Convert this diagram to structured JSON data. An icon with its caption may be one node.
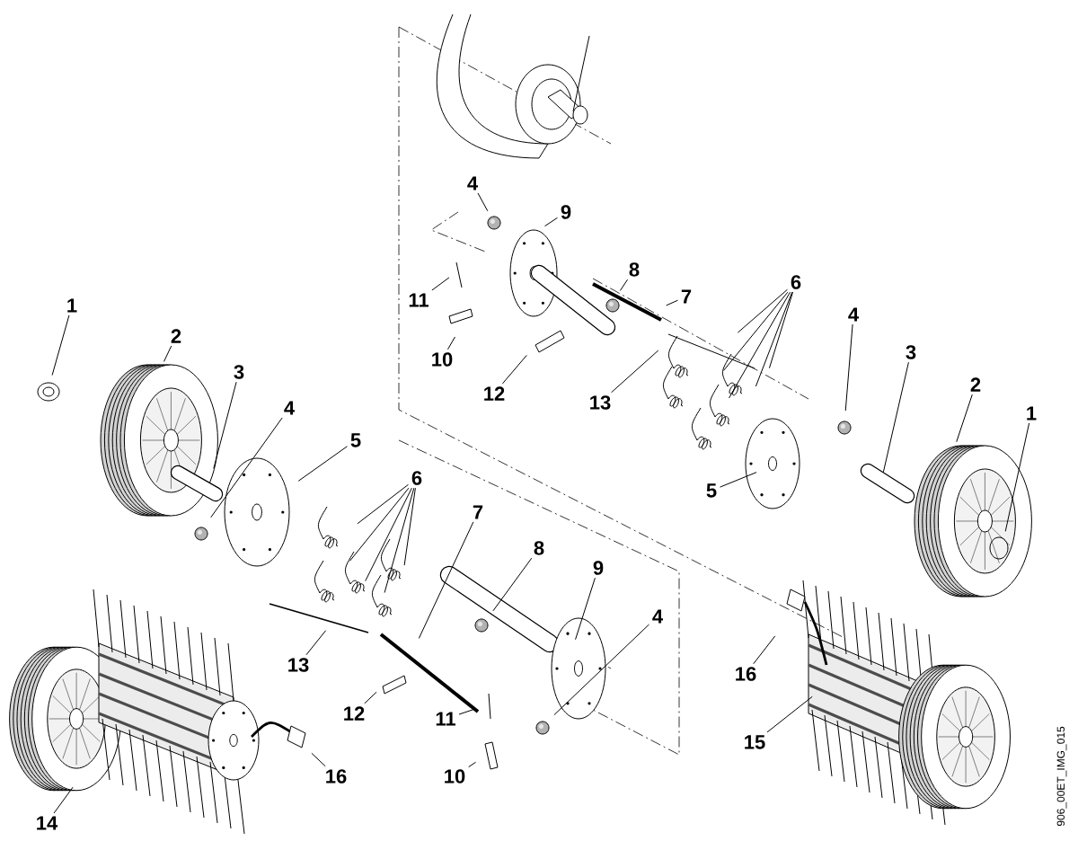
{
  "diagram": {
    "nodes": [
      {
        "text": [
          "4"
        ]
      },
      {
        "text": [
          "9"
        ]
      },
      {
        "text": [
          "8"
        ]
      },
      {
        "text": [
          "11"
        ]
      },
      {
        "text": [
          "7"
        ]
      },
      {
        "text": [
          "6"
        ]
      },
      {
        "text": [
          "1"
        ]
      },
      {
        "text": [
          "4"
        ]
      },
      {
        "text": [
          "2"
        ]
      },
      {
        "text": [
          "3"
        ]
      },
      {
        "text": [
          "10"
        ]
      },
      {
        "text": [
          "3"
        ]
      },
      {
        "text": [
          "2"
        ]
      },
      {
        "text": [
          "12"
        ]
      },
      {
        "text": [
          "13"
        ]
      },
      {
        "text": [
          "4"
        ]
      },
      {
        "text": [
          "1"
        ]
      },
      {
        "text": [
          "5"
        ]
      },
      {
        "text": [
          "6"
        ]
      },
      {
        "text": [
          "5"
        ]
      },
      {
        "text": [
          "7"
        ]
      },
      {
        "text": [
          "8"
        ]
      },
      {
        "text": [
          "9"
        ]
      },
      {
        "text": [
          "4"
        ]
      },
      {
        "text": [
          "13"
        ]
      },
      {
        "text": [
          "16"
        ]
      },
      {
        "text": [
          "12"
        ]
      },
      {
        "text": [
          "11"
        ]
      },
      {
        "text": [
          "15"
        ]
      },
      {
        "text": [
          "16"
        ]
      },
      {
        "text": [
          "10"
        ]
      },
      {
        "text": [
          "14"
        ]
      }
    ],
    "edges": [
      {
        "from": 0,
        "to": null,
        "arrow": "none"
      },
      {
        "from": 1,
        "to": null,
        "arrow": "none"
      },
      {
        "from": 2,
        "to": null,
        "arrow": "none"
      },
      {
        "from": 3,
        "to": null,
        "arrow": "none"
      },
      {
        "from": 4,
        "to": null,
        "arrow": "none"
      },
      {
        "from": 5,
        "to": null,
        "arrow": "none"
      },
      {
        "from": 5,
        "to": null,
        "arrow": "none"
      },
      {
        "from": 5,
        "to": null,
        "arrow": "none"
      },
      {
        "from": 5,
        "to": null,
        "arrow": "none"
      },
      {
        "from": 5,
        "to": null,
        "arrow": "none"
      },
      {
        "from": 6,
        "to": null,
        "arrow": "none"
      },
      {
        "from": 7,
        "to": null,
        "arrow": "none"
      },
      {
        "from": 8,
        "to": null,
        "arrow": "none"
      },
      {
        "from": 9,
        "to": null,
        "arrow": "none"
      },
      {
        "from": 10,
        "to": null,
        "arrow": "none"
      },
      {
        "from": 11,
        "to": null,
        "arrow": "none"
      },
      {
        "from": 12,
        "to": null,
        "arrow": "none"
      },
      {
        "from": 13,
        "to": null,
        "arrow": "none"
      },
      {
        "from": 14,
        "to": null,
        "arrow": "none"
      },
      {
        "from": 15,
        "to": null,
        "arrow": "none"
      },
      {
        "from": 16,
        "to": null,
        "arrow": "none"
      },
      {
        "from": 17,
        "to": null,
        "arrow": "none"
      },
      {
        "from": 18,
        "to": null,
        "arrow": "none"
      },
      {
        "from": 18,
        "to": null,
        "arrow": "none"
      },
      {
        "from": 18,
        "to": null,
        "arrow": "none"
      },
      {
        "from": 18,
        "to": null,
        "arrow": "none"
      },
      {
        "from": 18,
        "to": null,
        "arrow": "none"
      },
      {
        "from": 19,
        "to": null,
        "arrow": "none"
      },
      {
        "from": 20,
        "to": null,
        "arrow": "none"
      },
      {
        "from": 21,
        "to": null,
        "arrow": "none"
      },
      {
        "from": 22,
        "to": null,
        "arrow": "none"
      },
      {
        "from": 23,
        "to": null,
        "arrow": "none"
      },
      {
        "from": 24,
        "to": null,
        "arrow": "none"
      },
      {
        "from": 25,
        "to": null,
        "arrow": "none"
      },
      {
        "from": 26,
        "to": null,
        "arrow": "none"
      },
      {
        "from": 27,
        "to": null,
        "arrow": "none"
      },
      {
        "from": 28,
        "to": null,
        "arrow": "none"
      },
      {
        "from": 29,
        "to": null,
        "arrow": "none"
      },
      {
        "from": 30,
        "to": null,
        "arrow": "none"
      },
      {
        "from": 31,
        "to": null,
        "arrow": "none"
      }
    ],
    "labels": [
      "906_00ET_IMG_015"
    ]
  }
}
